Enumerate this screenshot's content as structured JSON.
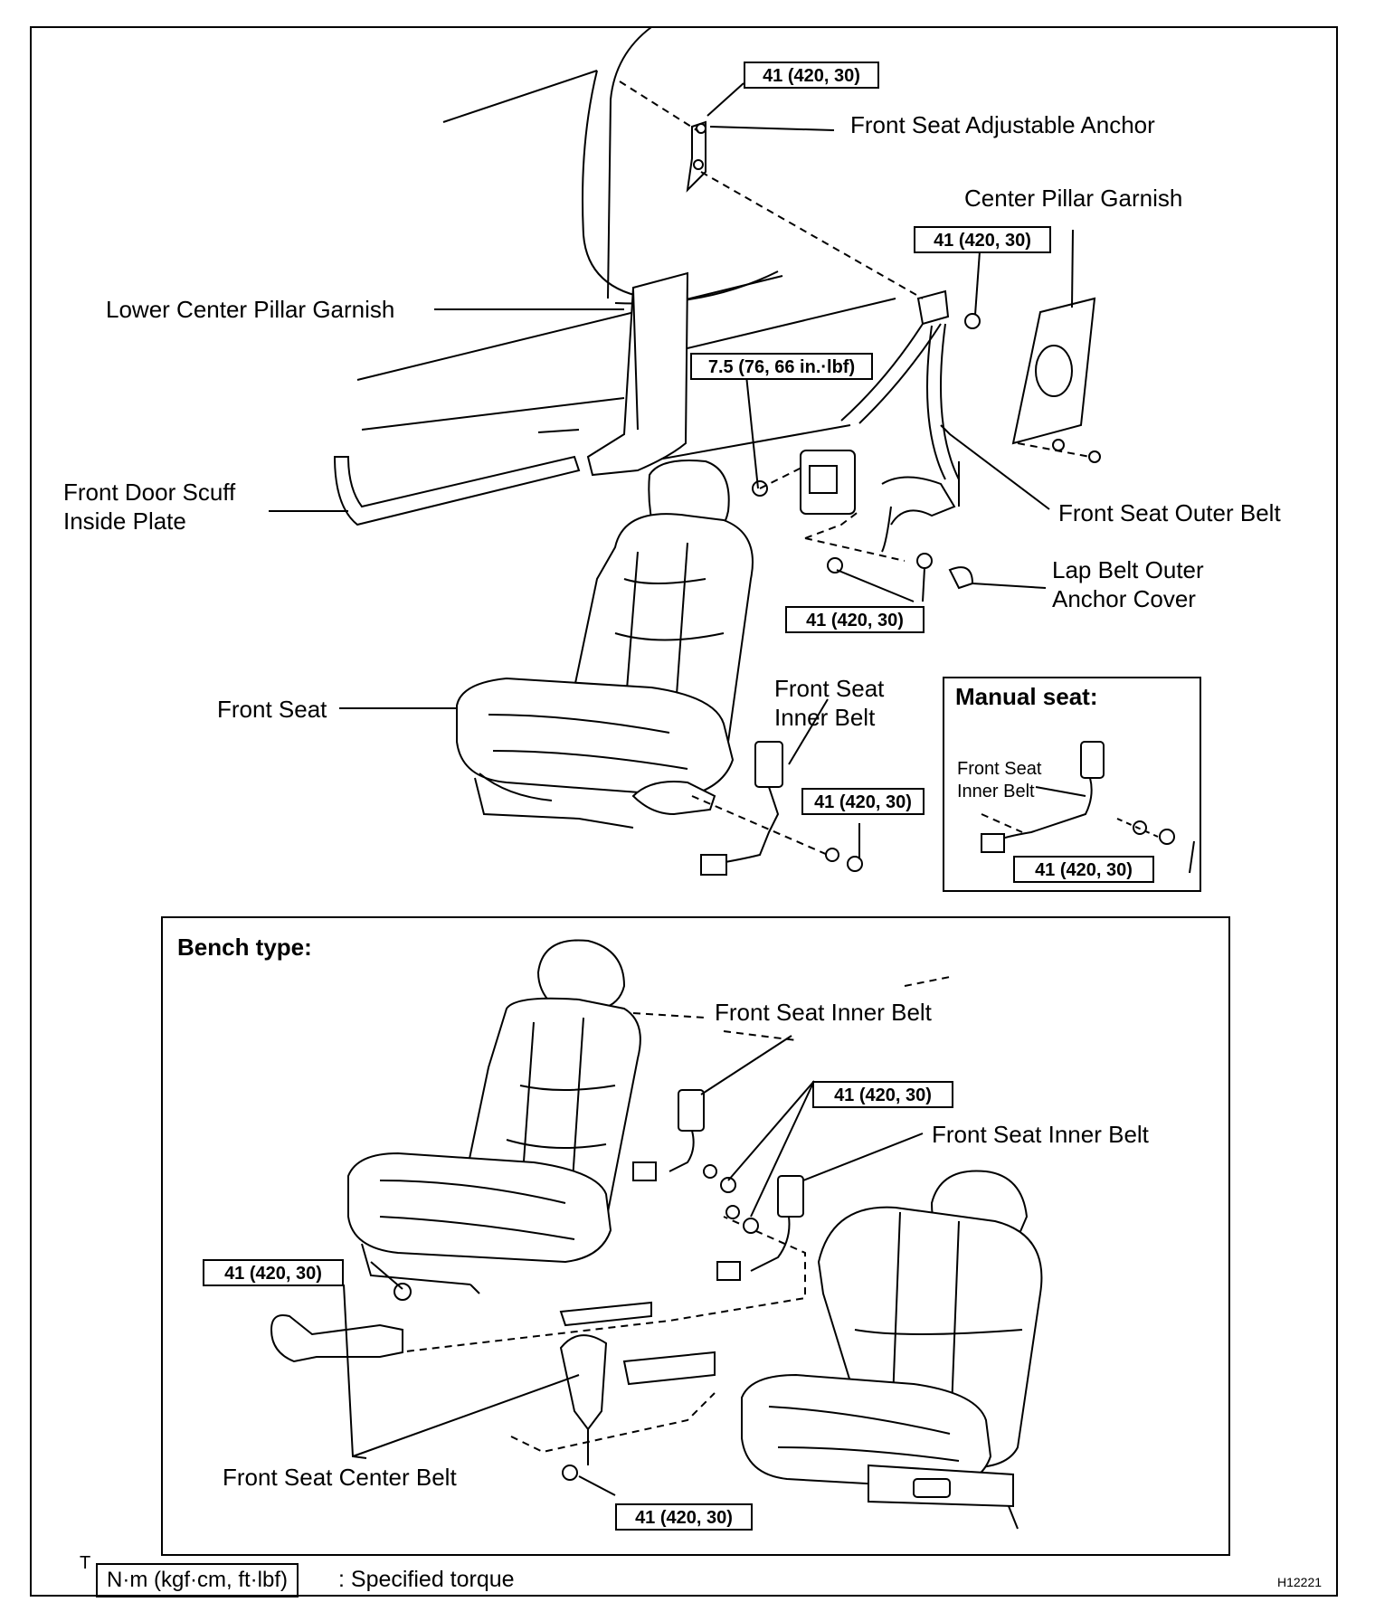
{
  "labels": {
    "front_seat_adjustable_anchor": "Front Seat Adjustable Anchor",
    "center_pillar_garnish": "Center Pillar Garnish",
    "lower_center_pillar_garnish": "Lower Center Pillar Garnish",
    "front_door_scuff_inside_plate": "Front Door Scuff\nInside Plate",
    "front_seat_outer_belt": "Front Seat Outer Belt",
    "lap_belt_outer_anchor_cover": "Lap Belt Outer\nAnchor Cover",
    "front_seat": "Front Seat",
    "front_seat_inner_belt_main": "Front Seat\nInner Belt",
    "front_seat_inner_belt_manual": "Front Seat\nInner Belt",
    "front_seat_inner_belt_bench_1": "Front Seat Inner Belt",
    "front_seat_inner_belt_bench_2": "Front Seat Inner Belt",
    "front_seat_center_belt": "Front Seat Center Belt"
  },
  "torques": {
    "anchor_top": "41 (420, 30)",
    "pillar_nut": "41 (420, 30)",
    "retractor": "7.5 (76, 66 in.·lbf)",
    "lap_anchor": "41 (420, 30)",
    "inner_belt": "41 (420, 30)",
    "manual_inner": "41 (420, 30)",
    "bench_inner": "41 (420, 30)",
    "bench_center_left": "41 (420, 30)",
    "bench_center_bottom": "41 (420, 30)"
  },
  "insets": {
    "manual_title": "Manual seat:",
    "bench_title": "Bench type:"
  },
  "legend": {
    "marker": "T",
    "unit": "N·m (kgf·cm, ft·lbf)",
    "text": ": Specified torque"
  },
  "figure_id": "H12221"
}
